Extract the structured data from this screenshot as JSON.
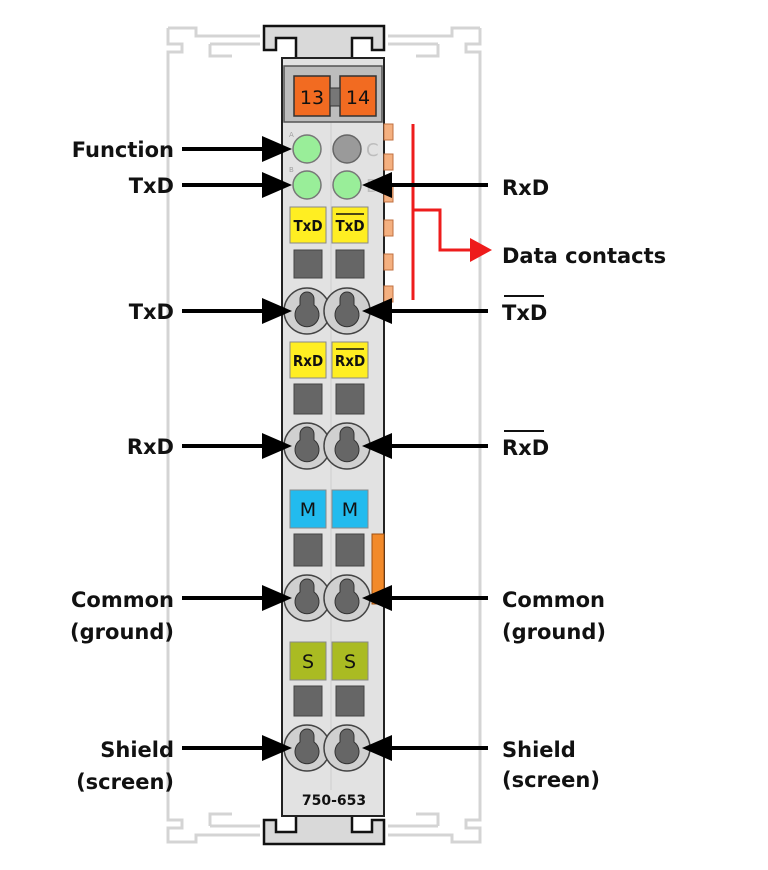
{
  "terminal_numbers": [
    "13",
    "14"
  ],
  "led_side_letters": {
    "top": "C",
    "bottom": "D"
  },
  "led_tiny_letters": [
    "A",
    "B"
  ],
  "contact_tags": {
    "txd": [
      "TxD",
      "TxD"
    ],
    "rxd": [
      "RxD",
      "RxD"
    ],
    "common": [
      "M",
      "M"
    ],
    "shield": [
      "S",
      "S"
    ]
  },
  "part_number": "750-653",
  "labels_left": {
    "function": "Function",
    "txd_led": "TxD",
    "txd": "TxD",
    "rxd": "RxD",
    "common_1": "Common",
    "common_2": "(ground)",
    "shield_1": "Shield",
    "shield_2": "(screen)"
  },
  "labels_right": {
    "rxd_led": "RxD",
    "data_contacts": "Data contacts",
    "txd_inv": "TxD",
    "rxd_inv": "RxD",
    "common_1": "Common",
    "common_2": "(ground)",
    "shield_1": "Shield",
    "shield_2": "(screen)"
  },
  "colors": {
    "module_body": "#e2e2e2",
    "terminal_orange": "#f26b21",
    "led_green": "#99ee99",
    "led_gray": "#9a9a9a",
    "tag_yellow": "#ffee22",
    "tag_cyan": "#22bbee",
    "tag_olive": "#aabb22",
    "contact_orange": "#f4b080",
    "data_contacts_red": "#ee1c1c",
    "arrow": "#000000"
  }
}
